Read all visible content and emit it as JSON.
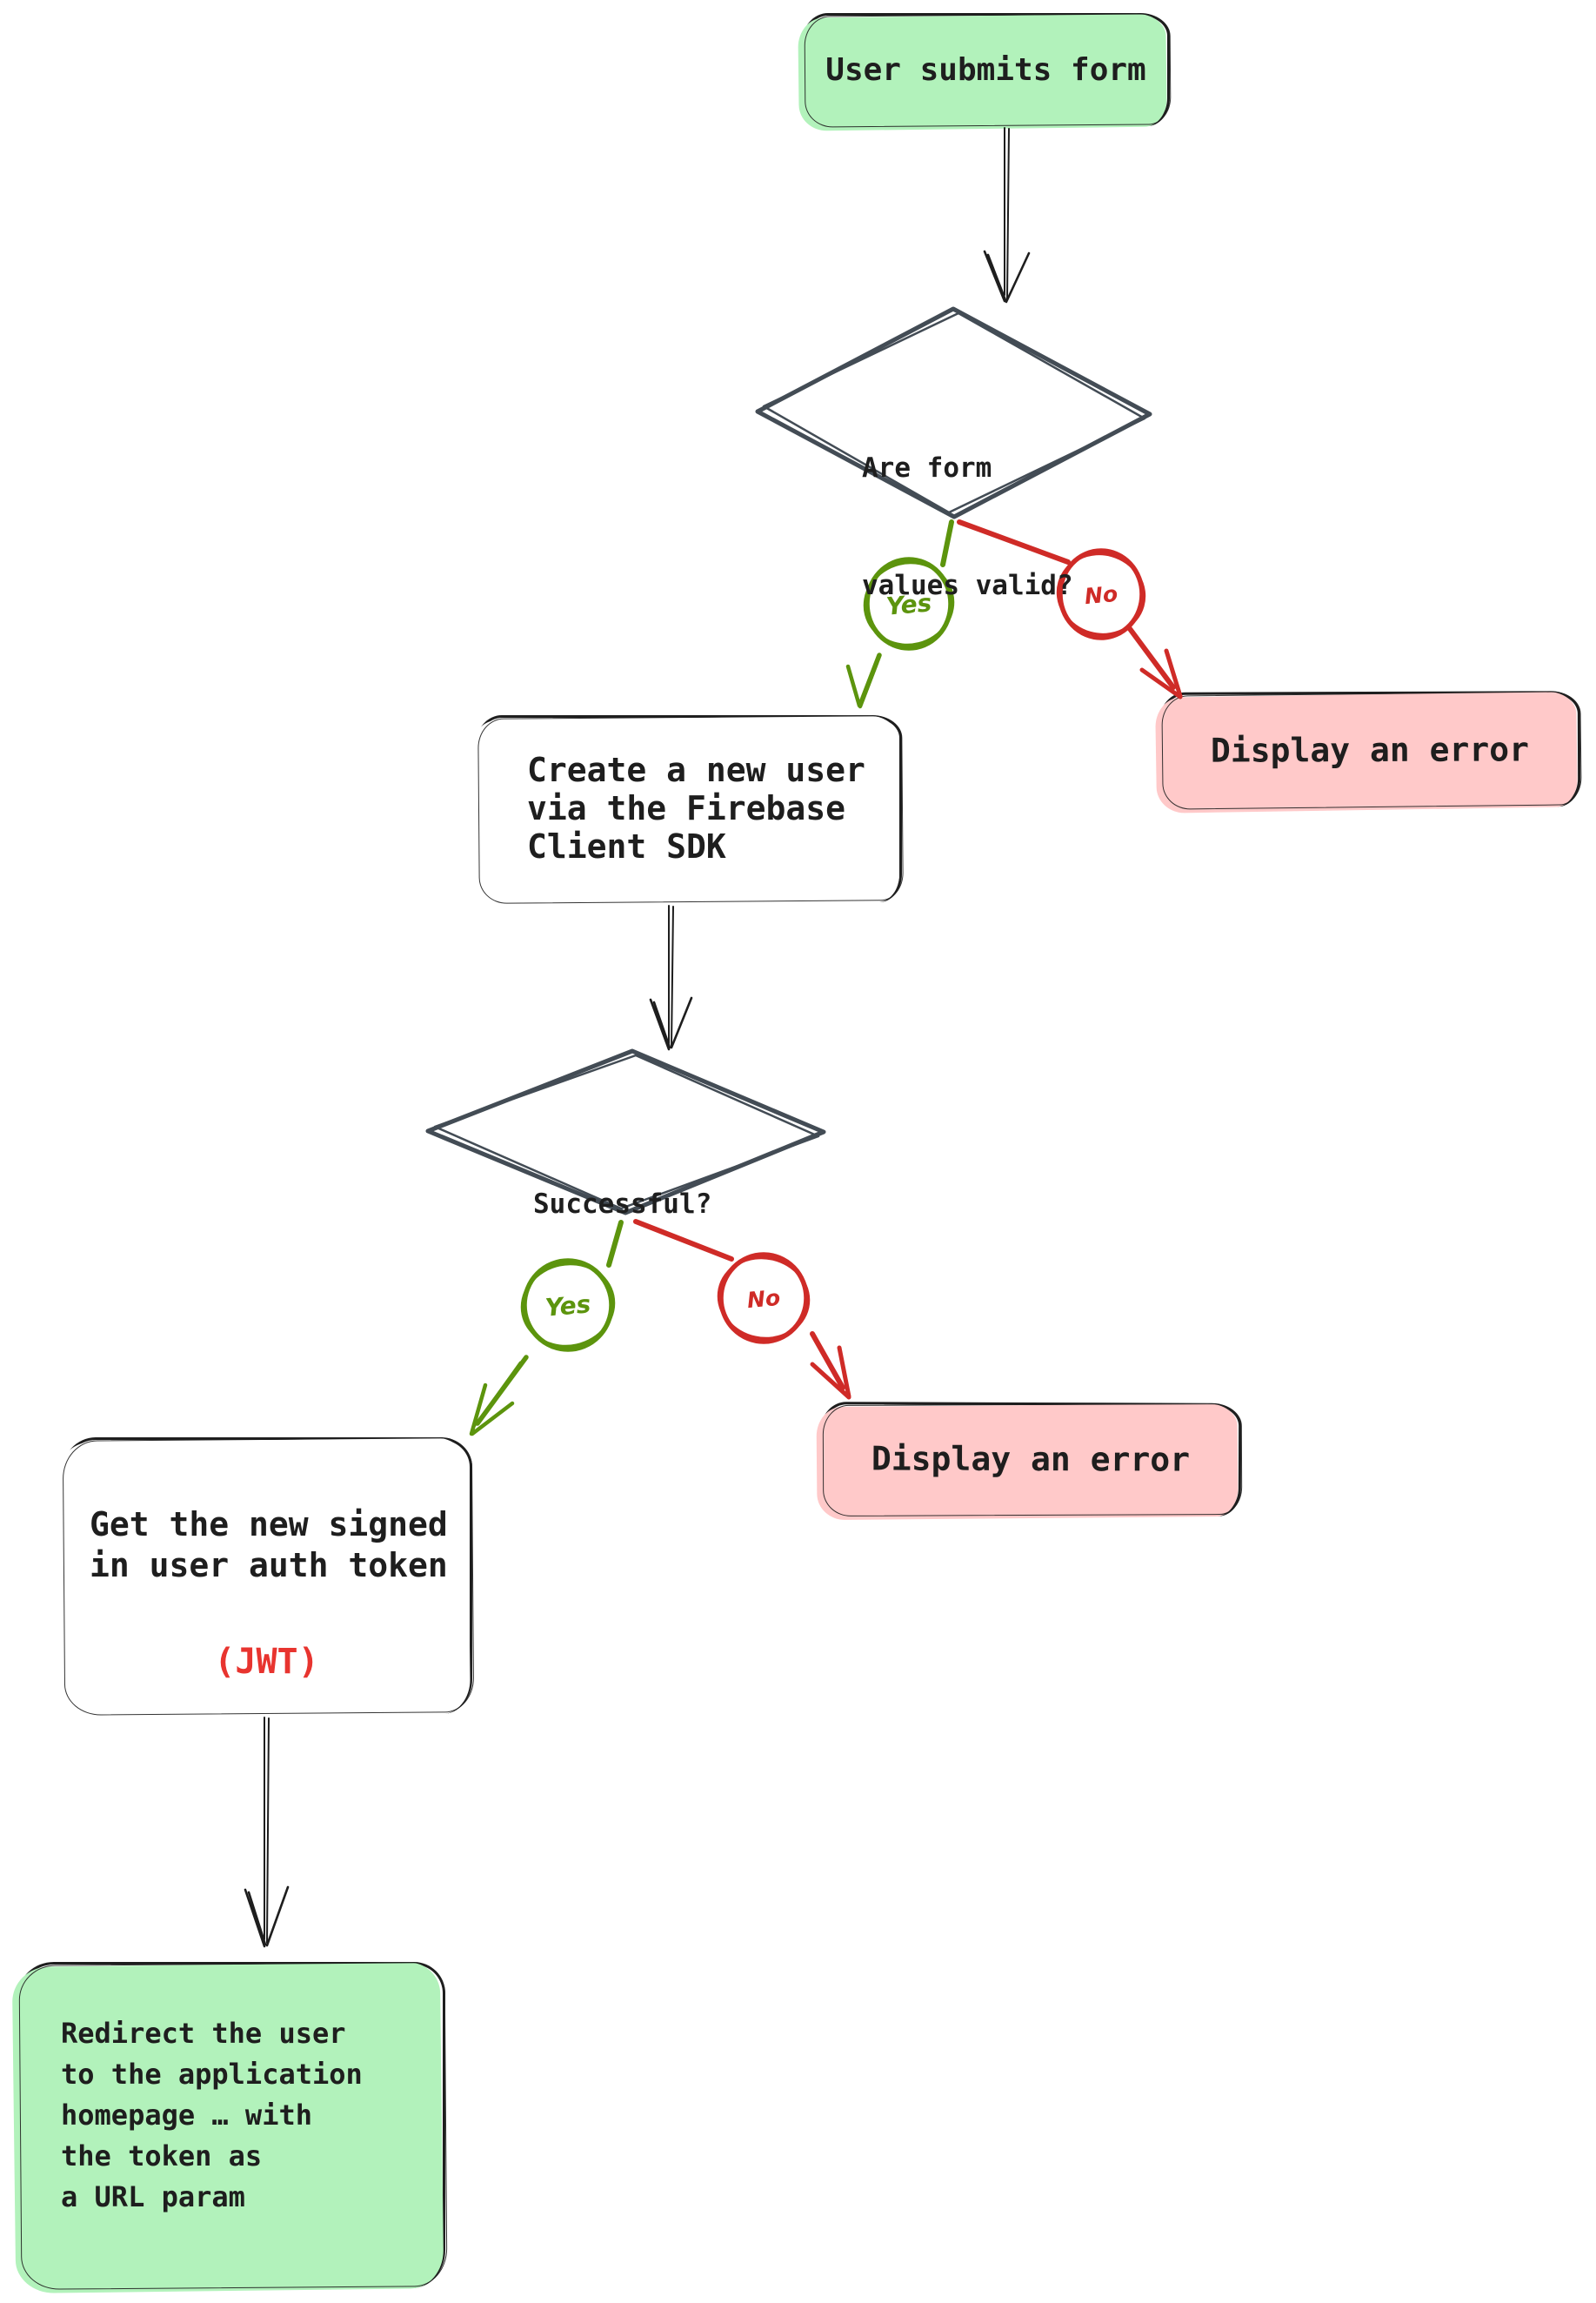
{
  "palette": {
    "green_fill": "#b2f2bb",
    "pink_fill": "#ffc9c9",
    "ink": "#1e1e1e",
    "diamond_stroke": "#434c55",
    "green_stroke": "#5c940d",
    "red_stroke": "#cf2b27",
    "jwt_red": "#e8342f"
  },
  "nodes": {
    "start": {
      "label": "User submits form"
    },
    "form_valid": {
      "lines": [
        "Are form",
        "values valid?"
      ]
    },
    "create_user": {
      "lines": [
        "Create a new user",
        "via the Firebase",
        "Client SDK"
      ]
    },
    "error_top": {
      "label": "Display an error"
    },
    "successful": {
      "label": "Successful?"
    },
    "error_bottom": {
      "label": "Display an error"
    },
    "get_token": {
      "lines": [
        "Get the new signed",
        "in user auth token"
      ],
      "note": "(JWT)"
    },
    "redirect": {
      "lines": [
        "Redirect the user",
        "to the application",
        "homepage …  with",
        "the token as",
        "a URL param"
      ]
    }
  },
  "edges": {
    "form_valid_yes": "Yes",
    "form_valid_no": "No",
    "successful_yes": "Yes",
    "successful_no": "No"
  }
}
